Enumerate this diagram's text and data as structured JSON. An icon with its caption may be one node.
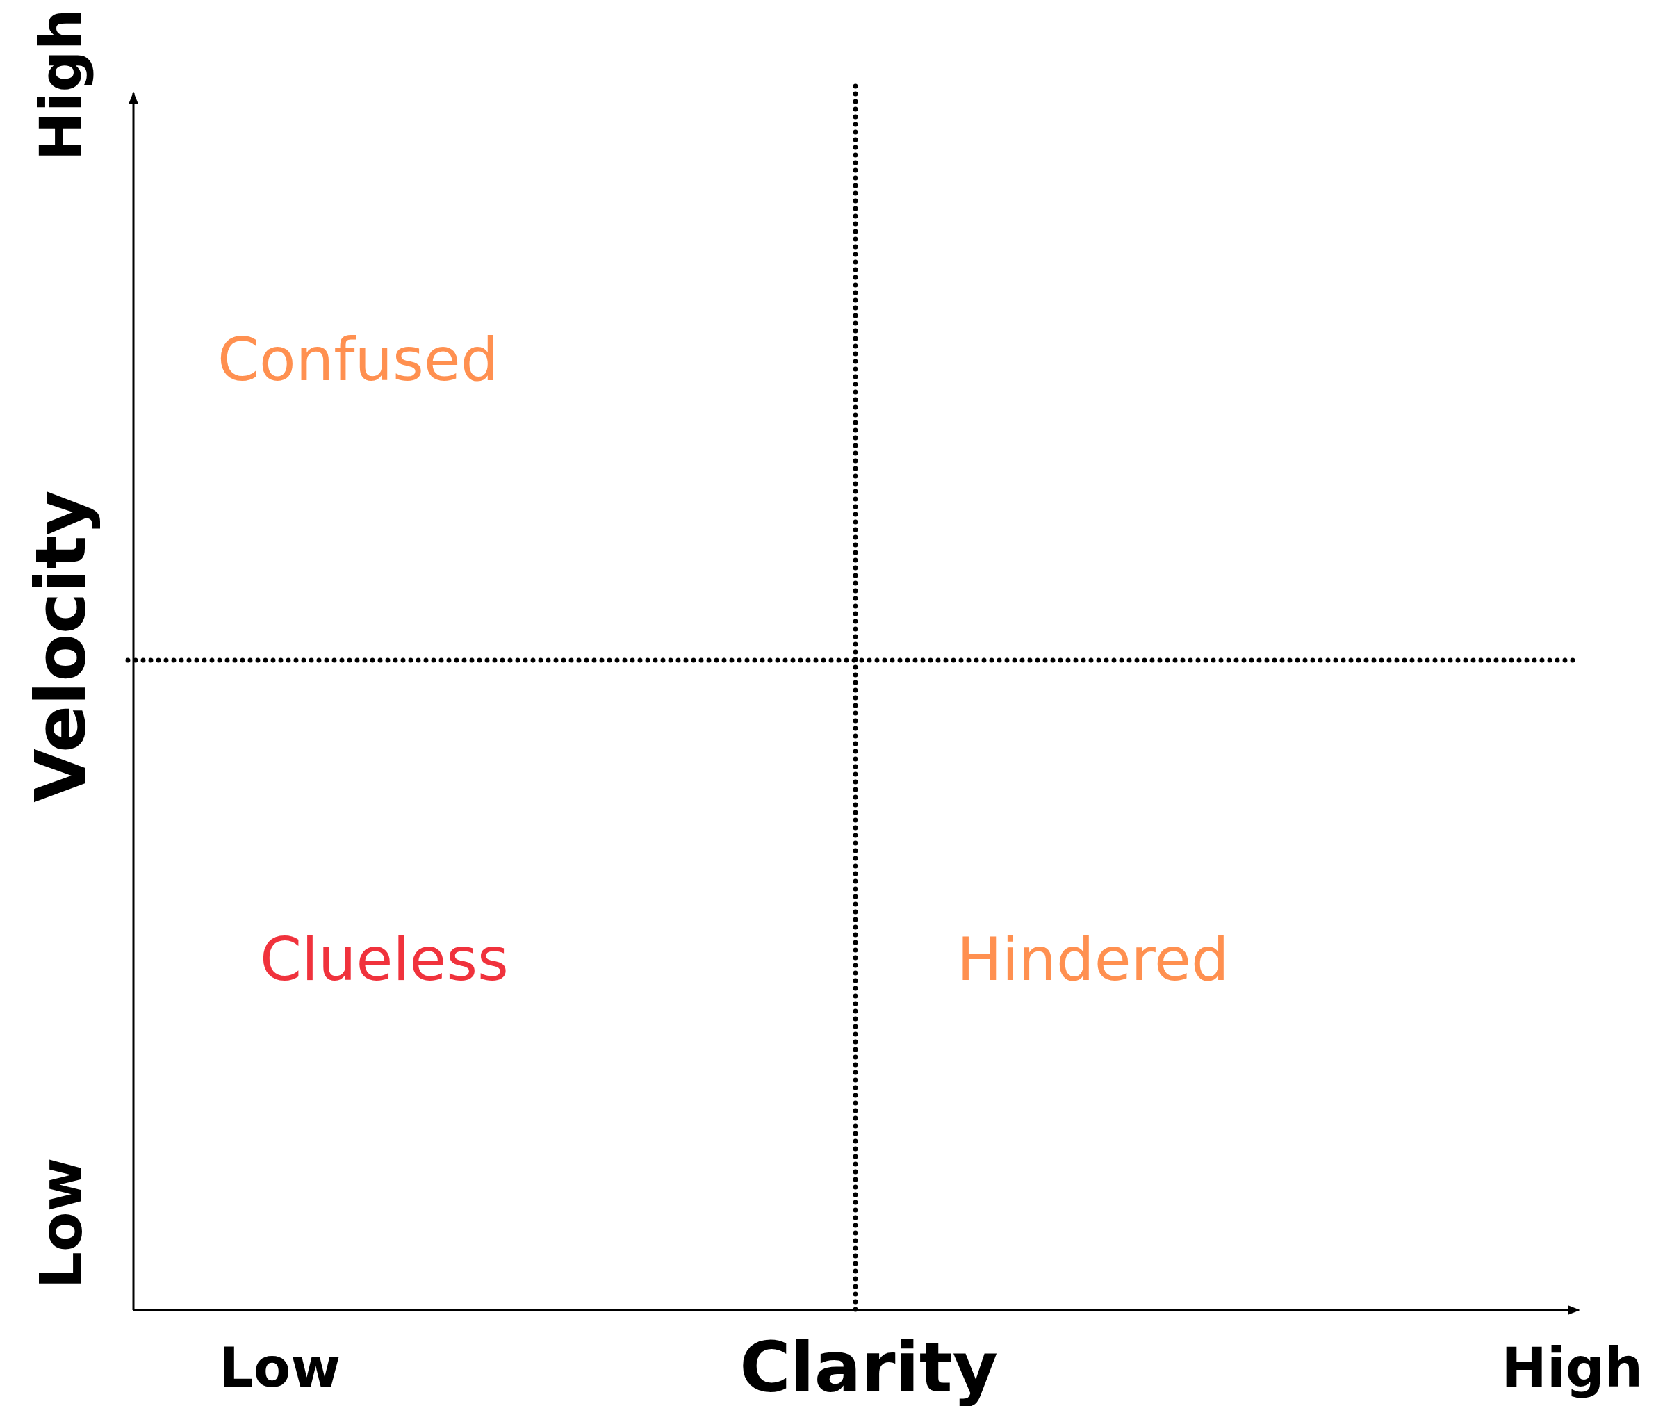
{
  "diagram": {
    "labels": [
      "High",
      "Confused",
      "Velocity",
      "Clueless",
      "Hindered",
      "Low",
      "Low",
      "Clarity",
      "High"
    ]
  }
}
